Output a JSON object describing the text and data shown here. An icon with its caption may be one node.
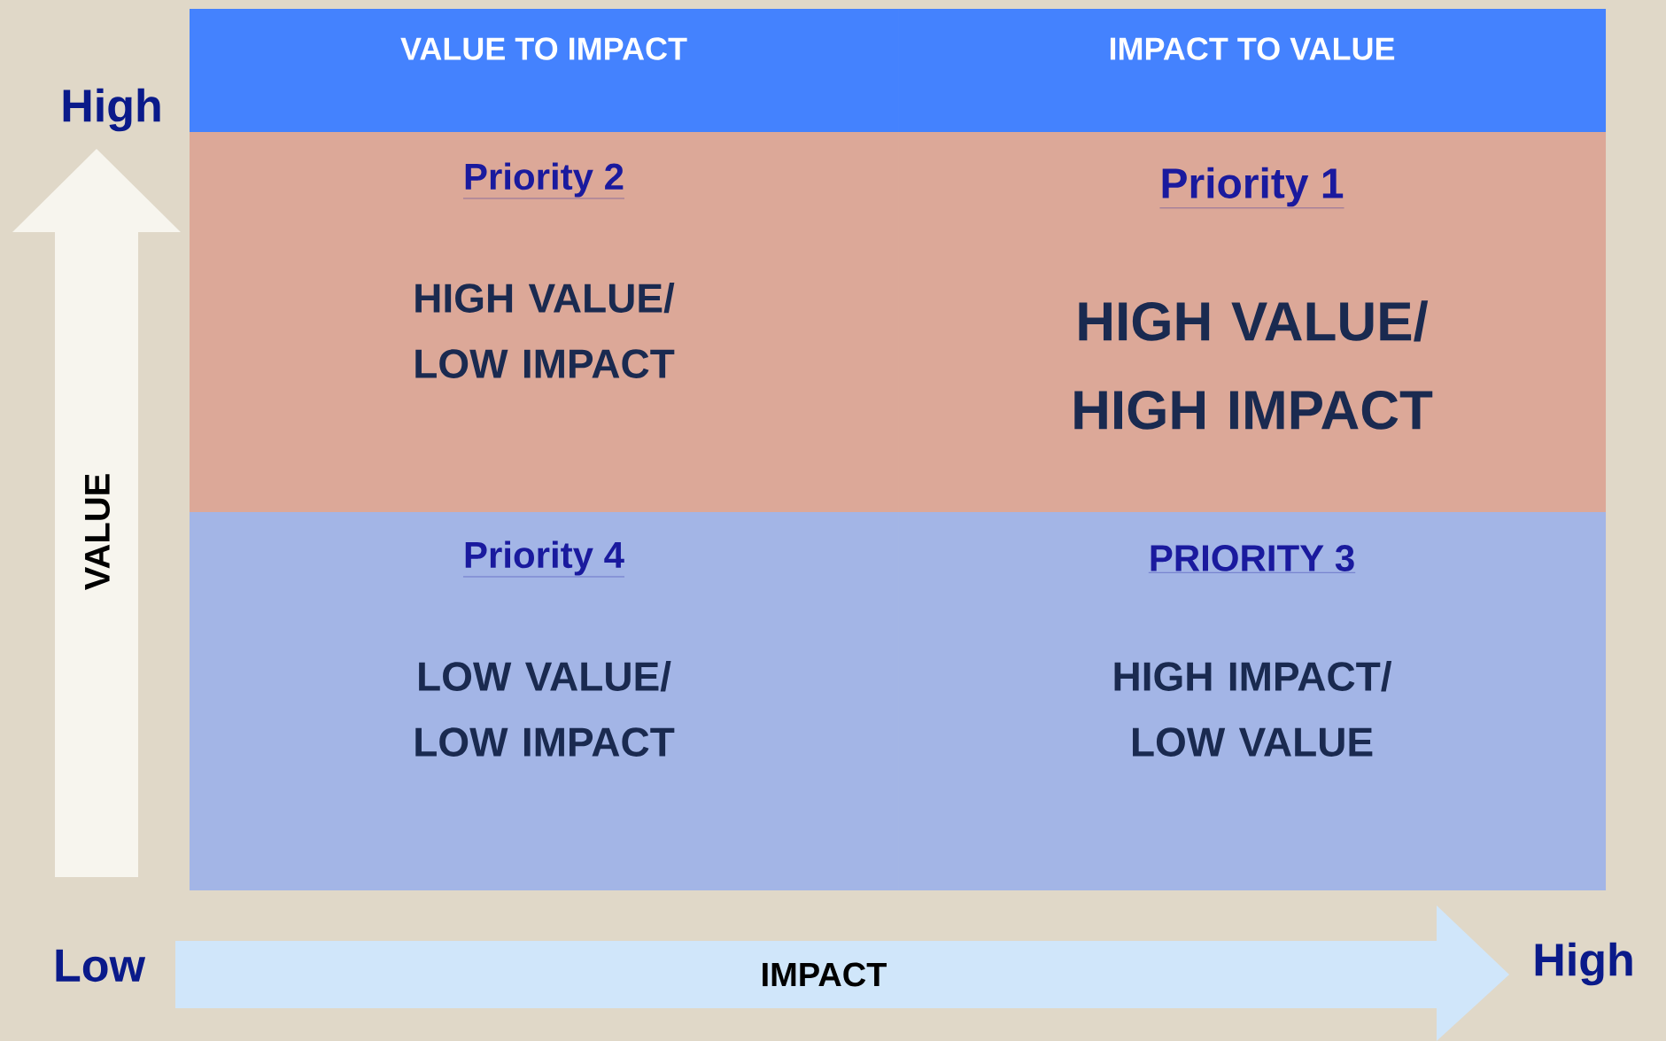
{
  "diagram": {
    "nodes": [
      {
        "text": [
          "VALUE TO IMPACT"
        ]
      },
      {
        "text": [
          "IMPACT TO VALUE"
        ]
      },
      {
        "text": [
          "Priority 2",
          "HIGH VALUE/ LOW IMPACT"
        ]
      },
      {
        "text": [
          "Priority 1",
          "HIGH VALUE/ HIGH IMPACT"
        ]
      },
      {
        "text": [
          "Priority 4",
          "LOW VALUE/ LOW IMPACT"
        ]
      },
      {
        "text": [
          "PRIORITY 3",
          "HIGH IMPACT/ LOW VALUE"
        ]
      }
    ],
    "labels": [
      "High",
      "VALUE",
      "Low",
      "IMPACT",
      "High"
    ]
  }
}
